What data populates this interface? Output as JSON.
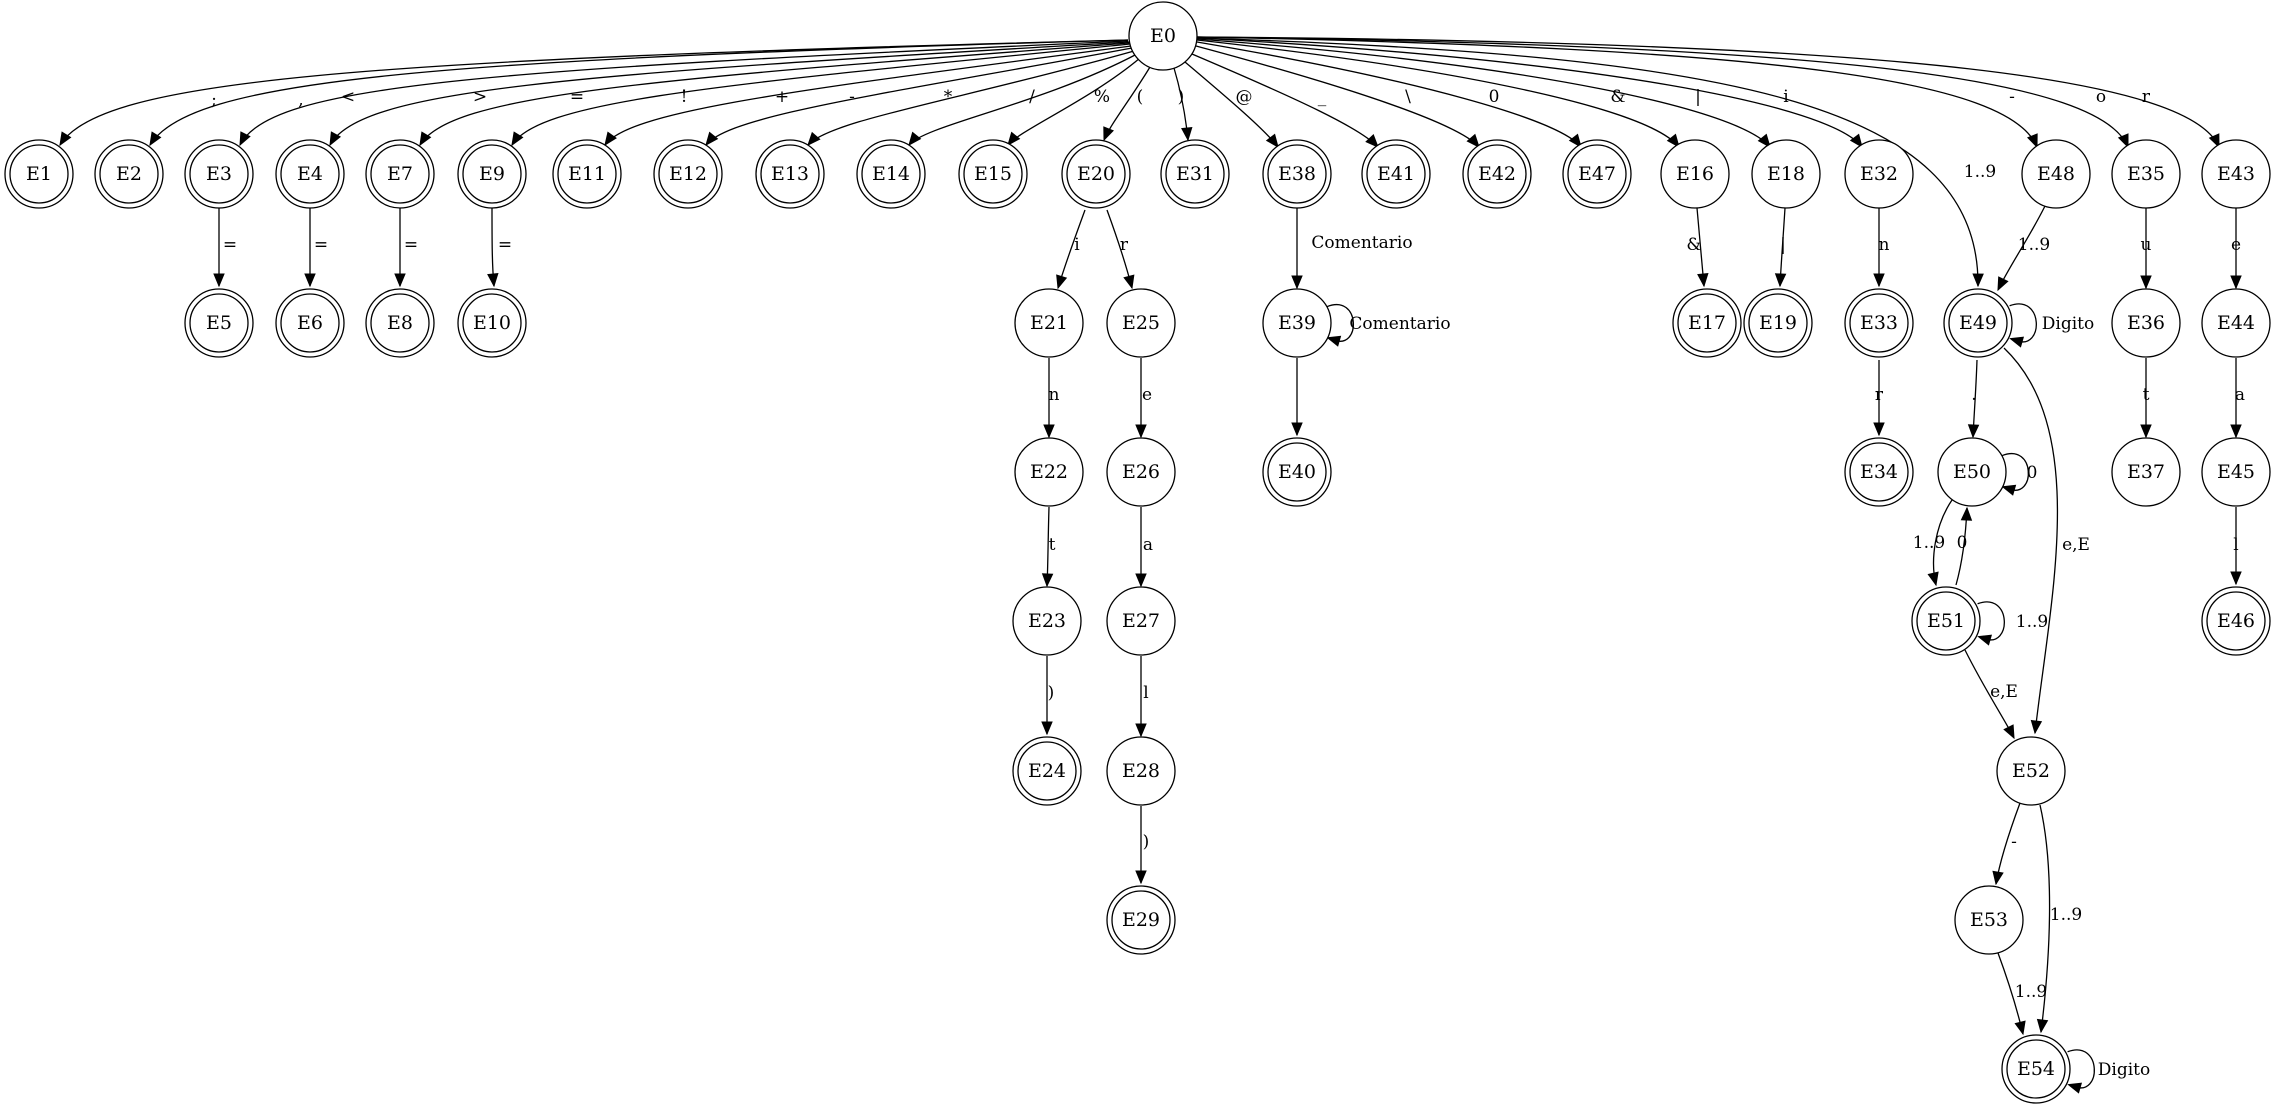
{
  "diagram": {
    "start_state": "E0",
    "states": [
      {
        "id": "E0",
        "label": "E0",
        "accepting": false
      },
      {
        "id": "E1",
        "label": "E1",
        "accepting": true
      },
      {
        "id": "E2",
        "label": "E2",
        "accepting": true
      },
      {
        "id": "E3",
        "label": "E3",
        "accepting": true
      },
      {
        "id": "E4",
        "label": "E4",
        "accepting": true
      },
      {
        "id": "E7",
        "label": "E7",
        "accepting": true
      },
      {
        "id": "E9",
        "label": "E9",
        "accepting": true
      },
      {
        "id": "E11",
        "label": "E11",
        "accepting": true
      },
      {
        "id": "E12",
        "label": "E12",
        "accepting": true
      },
      {
        "id": "E13",
        "label": "E13",
        "accepting": true
      },
      {
        "id": "E14",
        "label": "E14",
        "accepting": true
      },
      {
        "id": "E15",
        "label": "E15",
        "accepting": true
      },
      {
        "id": "E20",
        "label": "E20",
        "accepting": true
      },
      {
        "id": "E31",
        "label": "E31",
        "accepting": true
      },
      {
        "id": "E38",
        "label": "E38",
        "accepting": true
      },
      {
        "id": "E41",
        "label": "E41",
        "accepting": true
      },
      {
        "id": "E42",
        "label": "E42",
        "accepting": true
      },
      {
        "id": "E47",
        "label": "E47",
        "accepting": true
      },
      {
        "id": "E16",
        "label": "E16",
        "accepting": false
      },
      {
        "id": "E18",
        "label": "E18",
        "accepting": false
      },
      {
        "id": "E32",
        "label": "E32",
        "accepting": false
      },
      {
        "id": "E48",
        "label": "E48",
        "accepting": false
      },
      {
        "id": "E35",
        "label": "E35",
        "accepting": false
      },
      {
        "id": "E43",
        "label": "E43",
        "accepting": false
      },
      {
        "id": "E5",
        "label": "E5",
        "accepting": true
      },
      {
        "id": "E6",
        "label": "E6",
        "accepting": true
      },
      {
        "id": "E8",
        "label": "E8",
        "accepting": true
      },
      {
        "id": "E10",
        "label": "E10",
        "accepting": true
      },
      {
        "id": "E21",
        "label": "E21",
        "accepting": false
      },
      {
        "id": "E25",
        "label": "E25",
        "accepting": false
      },
      {
        "id": "E39",
        "label": "E39",
        "accepting": false
      },
      {
        "id": "E17",
        "label": "E17",
        "accepting": true
      },
      {
        "id": "E19",
        "label": "E19",
        "accepting": true
      },
      {
        "id": "E33",
        "label": "E33",
        "accepting": true
      },
      {
        "id": "E49",
        "label": "E49",
        "accepting": true
      },
      {
        "id": "E36",
        "label": "E36",
        "accepting": false
      },
      {
        "id": "E44",
        "label": "E44",
        "accepting": false
      },
      {
        "id": "E22",
        "label": "E22",
        "accepting": false
      },
      {
        "id": "E26",
        "label": "E26",
        "accepting": false
      },
      {
        "id": "E40",
        "label": "E40",
        "accepting": true
      },
      {
        "id": "E34",
        "label": "E34",
        "accepting": true
      },
      {
        "id": "E50",
        "label": "E50",
        "accepting": false
      },
      {
        "id": "E37",
        "label": "E37",
        "accepting": false
      },
      {
        "id": "E45",
        "label": "E45",
        "accepting": false
      },
      {
        "id": "E23",
        "label": "E23",
        "accepting": false
      },
      {
        "id": "E27",
        "label": "E27",
        "accepting": false
      },
      {
        "id": "E51",
        "label": "E51",
        "accepting": true
      },
      {
        "id": "E46",
        "label": "E46",
        "accepting": true
      },
      {
        "id": "E24",
        "label": "E24",
        "accepting": true
      },
      {
        "id": "E28",
        "label": "E28",
        "accepting": false
      },
      {
        "id": "E52",
        "label": "E52",
        "accepting": false
      },
      {
        "id": "E29",
        "label": "E29",
        "accepting": true
      },
      {
        "id": "E53",
        "label": "E53",
        "accepting": false
      },
      {
        "id": "E54",
        "label": "E54",
        "accepting": true
      }
    ],
    "transitions": [
      {
        "from": "E0",
        "to": "E1",
        "label": ";"
      },
      {
        "from": "E0",
        "to": "E2",
        "label": ","
      },
      {
        "from": "E0",
        "to": "E3",
        "label": "<"
      },
      {
        "from": "E0",
        "to": "E4",
        "label": ">"
      },
      {
        "from": "E0",
        "to": "E7",
        "label": "="
      },
      {
        "from": "E0",
        "to": "E9",
        "label": "!"
      },
      {
        "from": "E0",
        "to": "E11",
        "label": "+"
      },
      {
        "from": "E0",
        "to": "E12",
        "label": "-"
      },
      {
        "from": "E0",
        "to": "E13",
        "label": "*"
      },
      {
        "from": "E0",
        "to": "E14",
        "label": "/"
      },
      {
        "from": "E0",
        "to": "E15",
        "label": "%"
      },
      {
        "from": "E0",
        "to": "E20",
        "label": "("
      },
      {
        "from": "E0",
        "to": "E31",
        "label": ")"
      },
      {
        "from": "E0",
        "to": "E38",
        "label": "@"
      },
      {
        "from": "E0",
        "to": "E41",
        "label": "_"
      },
      {
        "from": "E0",
        "to": "E42",
        "label": "\\"
      },
      {
        "from": "E0",
        "to": "E47",
        "label": "0"
      },
      {
        "from": "E0",
        "to": "E16",
        "label": "&"
      },
      {
        "from": "E0",
        "to": "E18",
        "label": "|"
      },
      {
        "from": "E0",
        "to": "E32",
        "label": "i"
      },
      {
        "from": "E0",
        "to": "E49",
        "label": "1..9"
      },
      {
        "from": "E0",
        "to": "E48",
        "label": "-"
      },
      {
        "from": "E0",
        "to": "E35",
        "label": "o"
      },
      {
        "from": "E0",
        "to": "E43",
        "label": "r"
      },
      {
        "from": "E3",
        "to": "E5",
        "label": "="
      },
      {
        "from": "E4",
        "to": "E6",
        "label": "="
      },
      {
        "from": "E7",
        "to": "E8",
        "label": "="
      },
      {
        "from": "E9",
        "to": "E10",
        "label": "="
      },
      {
        "from": "E20",
        "to": "E21",
        "label": "i"
      },
      {
        "from": "E20",
        "to": "E25",
        "label": "r"
      },
      {
        "from": "E38",
        "to": "E39",
        "label": "Comentario"
      },
      {
        "from": "E39",
        "to": "E39",
        "label": "Comentario"
      },
      {
        "from": "E39",
        "to": "E40",
        "label": ""
      },
      {
        "from": "E16",
        "to": "E17",
        "label": "&"
      },
      {
        "from": "E18",
        "to": "E19",
        "label": "|"
      },
      {
        "from": "E32",
        "to": "E33",
        "label": "n"
      },
      {
        "from": "E33",
        "to": "E34",
        "label": "r"
      },
      {
        "from": "E48",
        "to": "E49",
        "label": "1..9"
      },
      {
        "from": "E49",
        "to": "E49",
        "label": "Digito"
      },
      {
        "from": "E49",
        "to": "E50",
        "label": "."
      },
      {
        "from": "E49",
        "to": "E52",
        "label": "e,E"
      },
      {
        "from": "E50",
        "to": "E50",
        "label": "0"
      },
      {
        "from": "E50",
        "to": "E51",
        "label": "1..9"
      },
      {
        "from": "E51",
        "to": "E50",
        "label": "0"
      },
      {
        "from": "E51",
        "to": "E51",
        "label": "1..9"
      },
      {
        "from": "E51",
        "to": "E52",
        "label": "e,E"
      },
      {
        "from": "E52",
        "to": "E53",
        "label": "-"
      },
      {
        "from": "E52",
        "to": "E54",
        "label": "1..9"
      },
      {
        "from": "E53",
        "to": "E54",
        "label": "1..9"
      },
      {
        "from": "E54",
        "to": "E54",
        "label": "Digito"
      },
      {
        "from": "E35",
        "to": "E36",
        "label": "u"
      },
      {
        "from": "E36",
        "to": "E37",
        "label": "t"
      },
      {
        "from": "E43",
        "to": "E44",
        "label": "e"
      },
      {
        "from": "E44",
        "to": "E45",
        "label": "a"
      },
      {
        "from": "E45",
        "to": "E46",
        "label": "l"
      },
      {
        "from": "E21",
        "to": "E22",
        "label": "n"
      },
      {
        "from": "E22",
        "to": "E23",
        "label": "t"
      },
      {
        "from": "E23",
        "to": "E24",
        "label": ")"
      },
      {
        "from": "E25",
        "to": "E26",
        "label": "e"
      },
      {
        "from": "E26",
        "to": "E27",
        "label": "a"
      },
      {
        "from": "E27",
        "to": "E28",
        "label": "l"
      },
      {
        "from": "E28",
        "to": "E29",
        "label": ")"
      }
    ]
  }
}
